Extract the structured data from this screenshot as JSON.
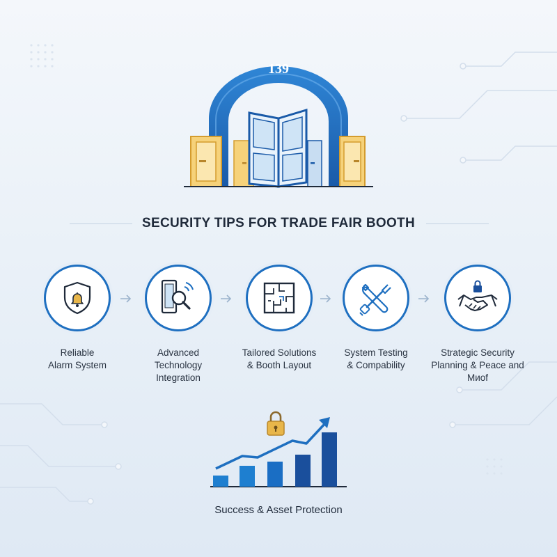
{
  "hero": {
    "arch_number": "139"
  },
  "title": "SECURITY TIPS FOR TRADE FAIR BOOTH",
  "tips": [
    {
      "label": "Reliable\nAlarm System",
      "icon": "shield-bell-icon"
    },
    {
      "label": "Advanced\nTechnology\nIntegration",
      "icon": "device-search-icon"
    },
    {
      "label": "Tailored Solutions\n& Booth Layout",
      "icon": "floor-plan-icon"
    },
    {
      "label": "System Testing\n& Compability",
      "icon": "wrench-plug-icon"
    },
    {
      "label": "Strategic Security\nPlanning & Peace and Mᴎof",
      "icon": "handshake-lock-icon"
    }
  ],
  "bottom": {
    "label": "Success & Asset Protection",
    "icon": "growth-chart-lock-icon"
  },
  "colors": {
    "primary_blue": "#1e6fc0",
    "dark_blue": "#1a4f9c",
    "gold": "#e8b64a",
    "text": "#1f2a3a"
  }
}
